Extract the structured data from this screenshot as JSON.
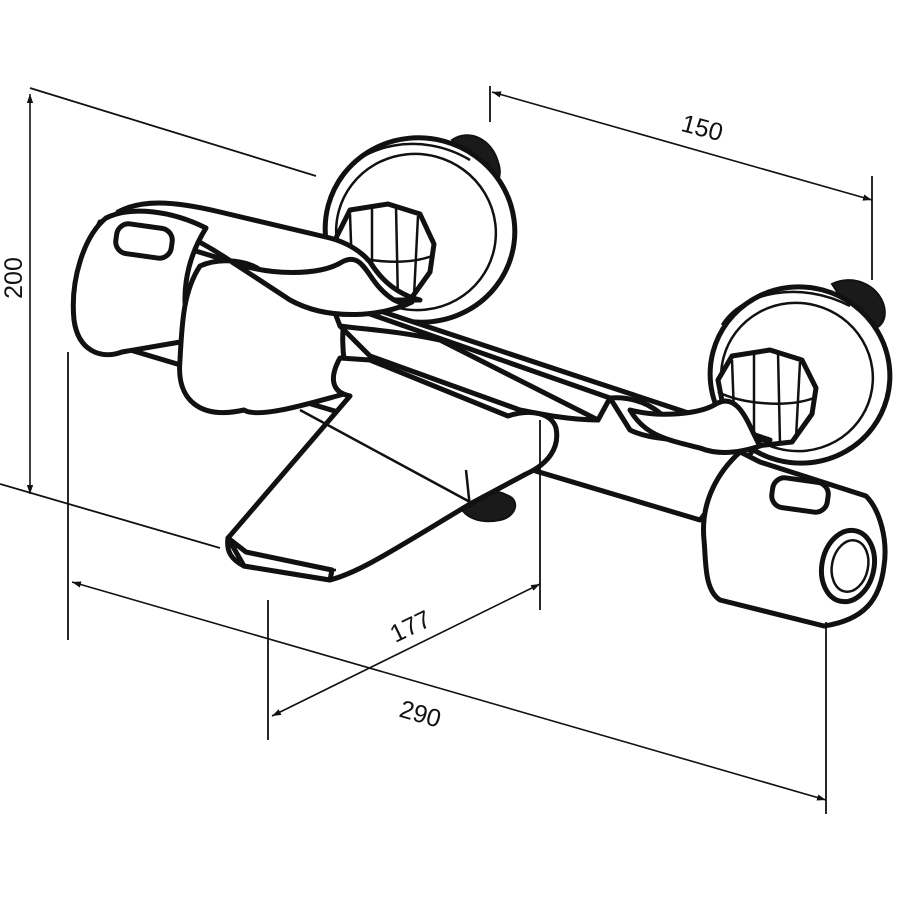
{
  "dimensions": {
    "height": "200",
    "inlet_spacing": "150",
    "spout_projection": "177",
    "overall_width": "290"
  },
  "colors": {
    "line": "#111111",
    "background": "#ffffff"
  }
}
